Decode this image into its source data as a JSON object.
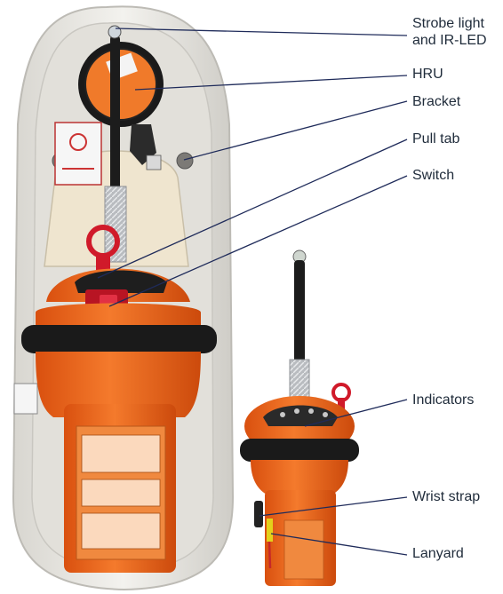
{
  "colors": {
    "background": "#ffffff",
    "leader_line": "#1f2b5a",
    "label_text": "#1f2b3a",
    "beacon_orange": "#f26a1b",
    "housing_white": "#eeece7",
    "band_black": "#1a1a1a"
  },
  "labels": {
    "strobe_light": [
      "Strobe light",
      "and IR-LED"
    ],
    "hru": "HRU",
    "bracket": "Bracket",
    "pull_tab": "Pull tab",
    "switch": "Switch",
    "indicators": "Indicators",
    "wrist_strap": "Wrist strap",
    "lanyard": "Lanyard"
  }
}
